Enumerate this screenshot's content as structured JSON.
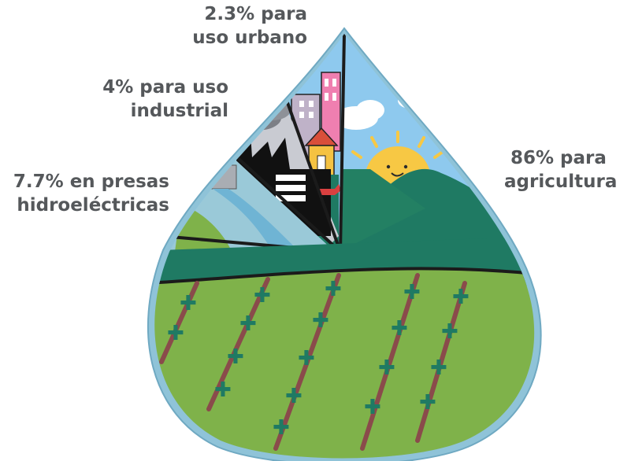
{
  "chart_data": {
    "type": "pie",
    "categories": [
      "uso urbano",
      "uso industrial",
      "presas hidroeléctricas",
      "agricultura"
    ],
    "values": [
      2.3,
      4,
      7.7,
      86
    ],
    "unit": "%",
    "labels": [
      {
        "id": "urban",
        "line1": "2.3% para",
        "line2": "uso urbano"
      },
      {
        "id": "industrial",
        "line1": "4% para uso",
        "line2": "industrial"
      },
      {
        "id": "hydro",
        "line1": "7.7% en presas",
        "line2": "hidroeléctricas"
      },
      {
        "id": "agri",
        "line1": "86% para",
        "line2": "agricultura"
      }
    ],
    "colors": {
      "sky": "#8ec9ee",
      "drop_border": "#8fc3d8",
      "dark_green": "#1f7a63",
      "field_green": "#7fb24a",
      "sun": "#f7c844",
      "divider": "#1b1b1b",
      "label_text": "#55585b"
    }
  }
}
